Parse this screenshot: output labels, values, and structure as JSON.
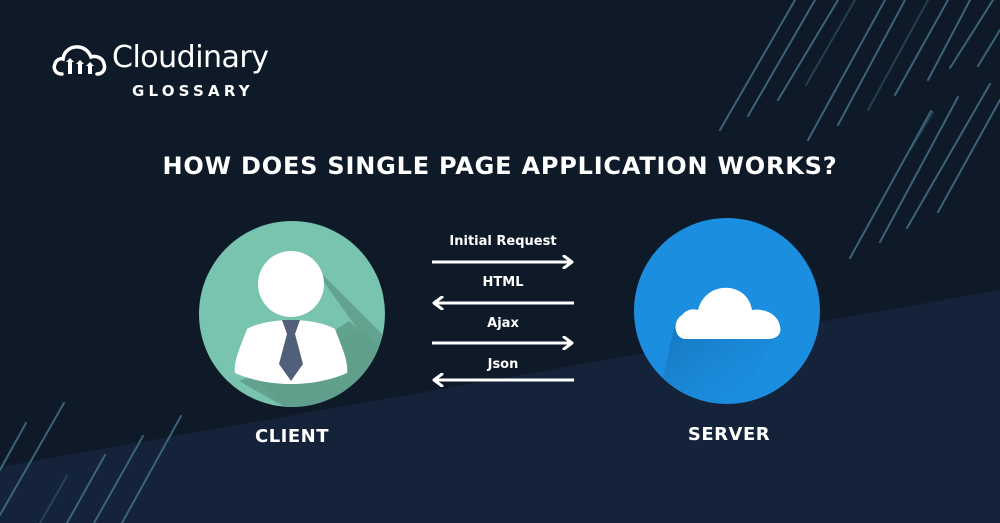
{
  "brand": {
    "name": "Cloudinary",
    "subtitle": "GLOSSARY",
    "logo_icon": "cloud-logo-icon"
  },
  "title": "HOW DOES SINGLE PAGE APPLICATION WORKS?",
  "nodes": {
    "client": {
      "label": "CLIENT",
      "icon": "user-icon",
      "color": "#79c4ae"
    },
    "server": {
      "label": "SERVER",
      "icon": "cloud-icon",
      "color": "#1c8ee0"
    }
  },
  "messages": [
    {
      "label": "Initial Request",
      "direction": "right"
    },
    {
      "label": "HTML",
      "direction": "left"
    },
    {
      "label": "Ajax",
      "direction": "right"
    },
    {
      "label": "Json",
      "direction": "left"
    }
  ],
  "colors": {
    "background_dark": "#0f1a28",
    "background_band": "#142339",
    "accent_lines": "#3a6478",
    "text": "#ffffff",
    "tie": "#505f7a"
  }
}
